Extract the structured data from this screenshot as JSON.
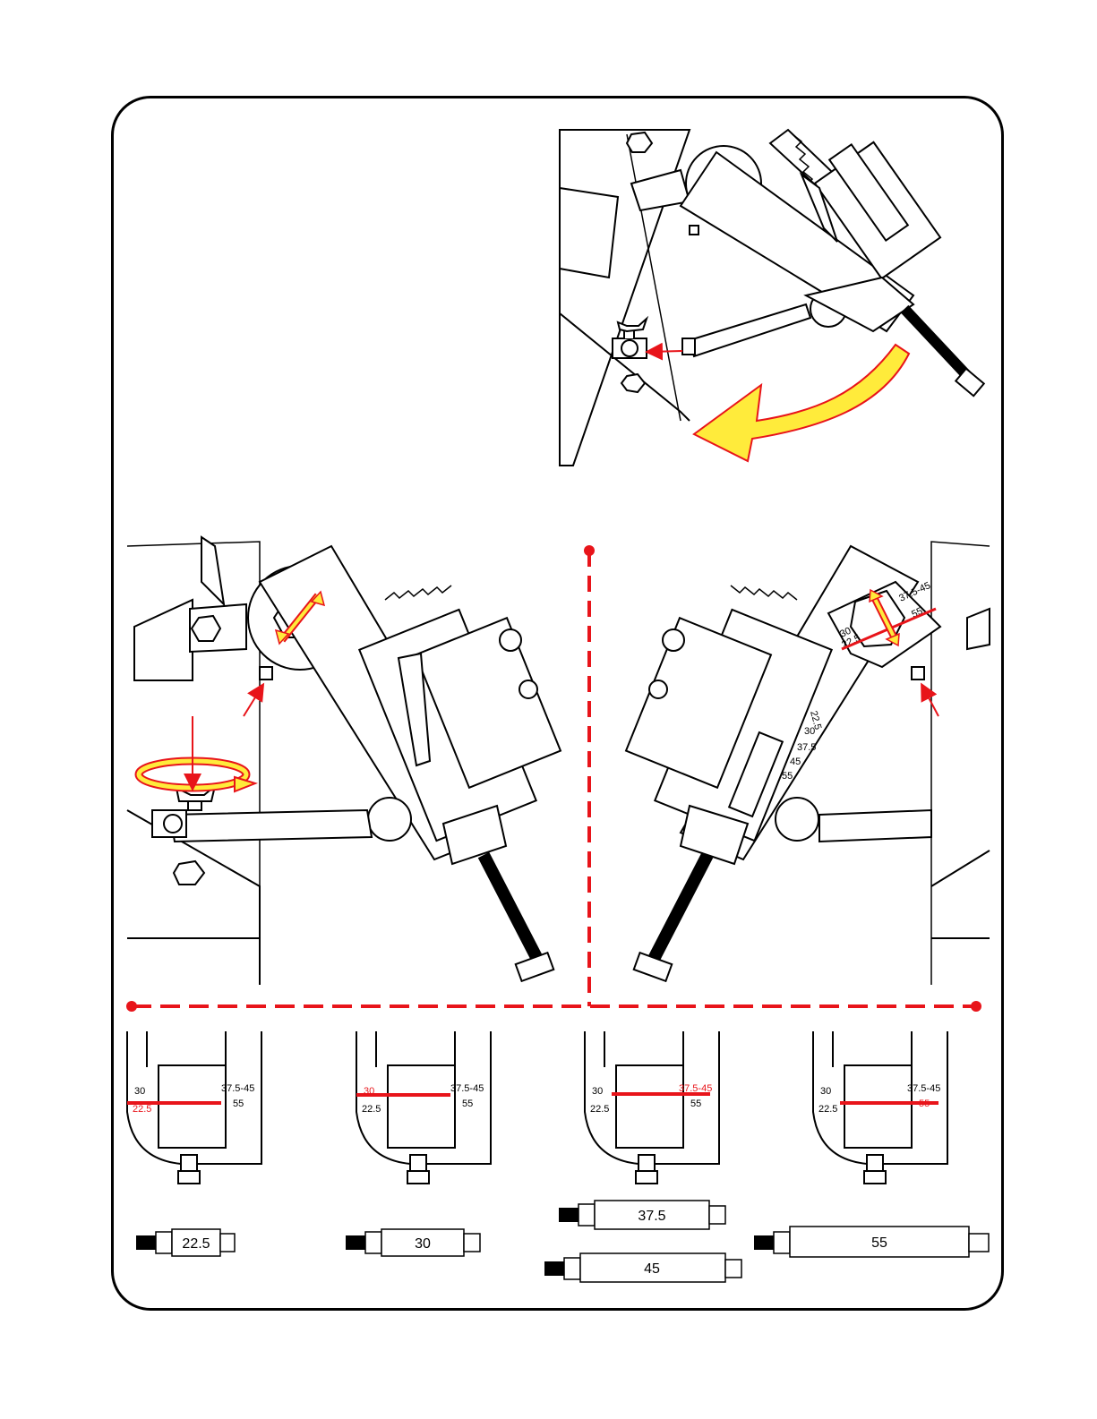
{
  "colors": {
    "accent": "#e8141a",
    "highlight": "#ffeb3b",
    "line": "#000000"
  },
  "icons": [
    "wing-nut-icon",
    "hex-bolt-icon",
    "curved-arrow-icon",
    "rotate-arrow-icon",
    "double-arrow-icon"
  ],
  "scale_labels": {
    "a": "30",
    "b": "22.5",
    "c": "37.5-45",
    "d": "55"
  },
  "scale_panels": [
    {
      "highlight": "22.5"
    },
    {
      "highlight": "30"
    },
    {
      "highlight": "37.5-45"
    },
    {
      "highlight": "55"
    }
  ],
  "dial_scale": [
    "22.5",
    "30",
    "37.5",
    "45",
    "55"
  ],
  "spacers": [
    {
      "label": "22.5"
    },
    {
      "label": "30"
    },
    {
      "label": "37.5"
    },
    {
      "label": "45"
    },
    {
      "label": "55"
    }
  ]
}
